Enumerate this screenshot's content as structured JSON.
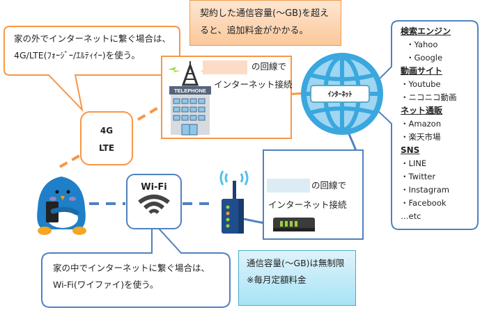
{
  "notes": {
    "top_orange": [
      "契約した通信容量(〜GB)を超え",
      "ると、追加料金がかかる。"
    ],
    "bottom_blue": [
      "通信容量(〜GB)は無制限",
      "※毎月定額料金"
    ]
  },
  "bubbles": {
    "outside": [
      "家の外でインターネットに繋ぐ場合は、",
      "4G/LTE(ﾌｫｰｼﾞｰ/ｴﾙﾃｨｲｰ)を使う。"
    ],
    "inside": [
      "家の中でインターネットに繋ぐ場合は、",
      "Wi-Fi(ワイファイ)を使う。"
    ]
  },
  "lte_box": {
    "line1": "4G",
    "line2": "LTE"
  },
  "wifi_box": {
    "label": "Wi-Fi"
  },
  "telephone": {
    "sign": "TELEPHONE",
    "text1": "の回線で",
    "text2": "インターネット接続"
  },
  "home_line": {
    "text1": "の回線で",
    "text2": "インターネット接続"
  },
  "globe": {
    "label": "ｲﾝﾀｰﾈｯﾄ"
  },
  "sites": {
    "groups": [
      {
        "heading": "検索エンジン",
        "items": [
          "・Yahoo",
          "・Google"
        ],
        "indent": true
      },
      {
        "heading": "動画サイト",
        "items": [
          "・Youtube",
          "・ニコニコ動画"
        ],
        "indent": false
      },
      {
        "heading": "ネット通販",
        "items": [
          "・Amazon",
          "・楽天市場"
        ],
        "indent": false
      },
      {
        "heading": "SNS",
        "items": [
          "・LINE",
          "・Twitter",
          "・Instagram",
          "・Facebook"
        ],
        "indent": false
      }
    ],
    "footer": "…etc"
  },
  "colors": {
    "orange": "#f79646",
    "blue": "#4f81bd",
    "globe": "#3aa7df",
    "globe_light": "#9fd6f2"
  }
}
